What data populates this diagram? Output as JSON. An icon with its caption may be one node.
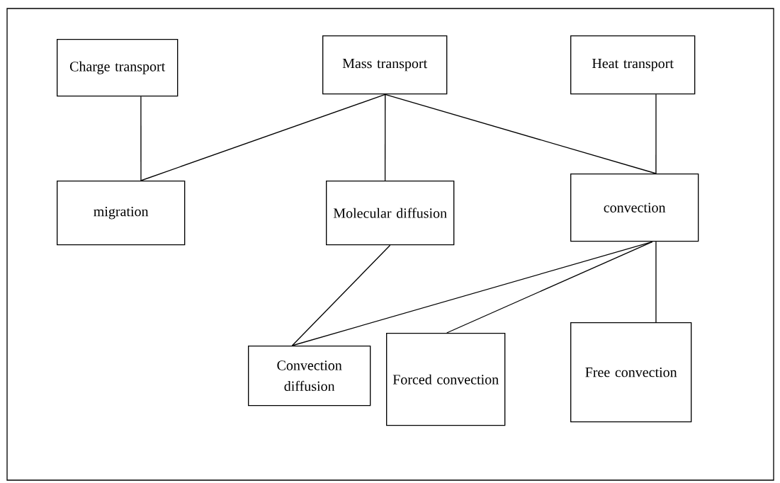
{
  "diagram": {
    "nodes": [
      {
        "text": [
          "Charge transport"
        ]
      },
      {
        "text": [
          "Mass transport"
        ]
      },
      {
        "text": [
          "Heat transport"
        ]
      },
      {
        "text": [
          "migration"
        ]
      },
      {
        "text": [
          "Molecular diffusion"
        ]
      },
      {
        "text": [
          "convection"
        ]
      },
      {
        "text": [
          "Convection diffusion"
        ]
      },
      {
        "text": [
          "Forced convection"
        ]
      },
      {
        "text": [
          "Free convection"
        ]
      }
    ],
    "edges": [
      {
        "from": 0,
        "to": 3,
        "arrow": "none"
      },
      {
        "from": 1,
        "to": 3,
        "arrow": "none"
      },
      {
        "from": 1,
        "to": 4,
        "arrow": "none"
      },
      {
        "from": 1,
        "to": 5,
        "arrow": "none"
      },
      {
        "from": 2,
        "to": 5,
        "arrow": "none"
      },
      {
        "from": 4,
        "to": 6,
        "arrow": "none"
      },
      {
        "from": 5,
        "to": 6,
        "arrow": "none"
      },
      {
        "from": 5,
        "to": 7,
        "arrow": "none"
      },
      {
        "from": 5,
        "to": 8,
        "arrow": "none"
      }
    ]
  }
}
